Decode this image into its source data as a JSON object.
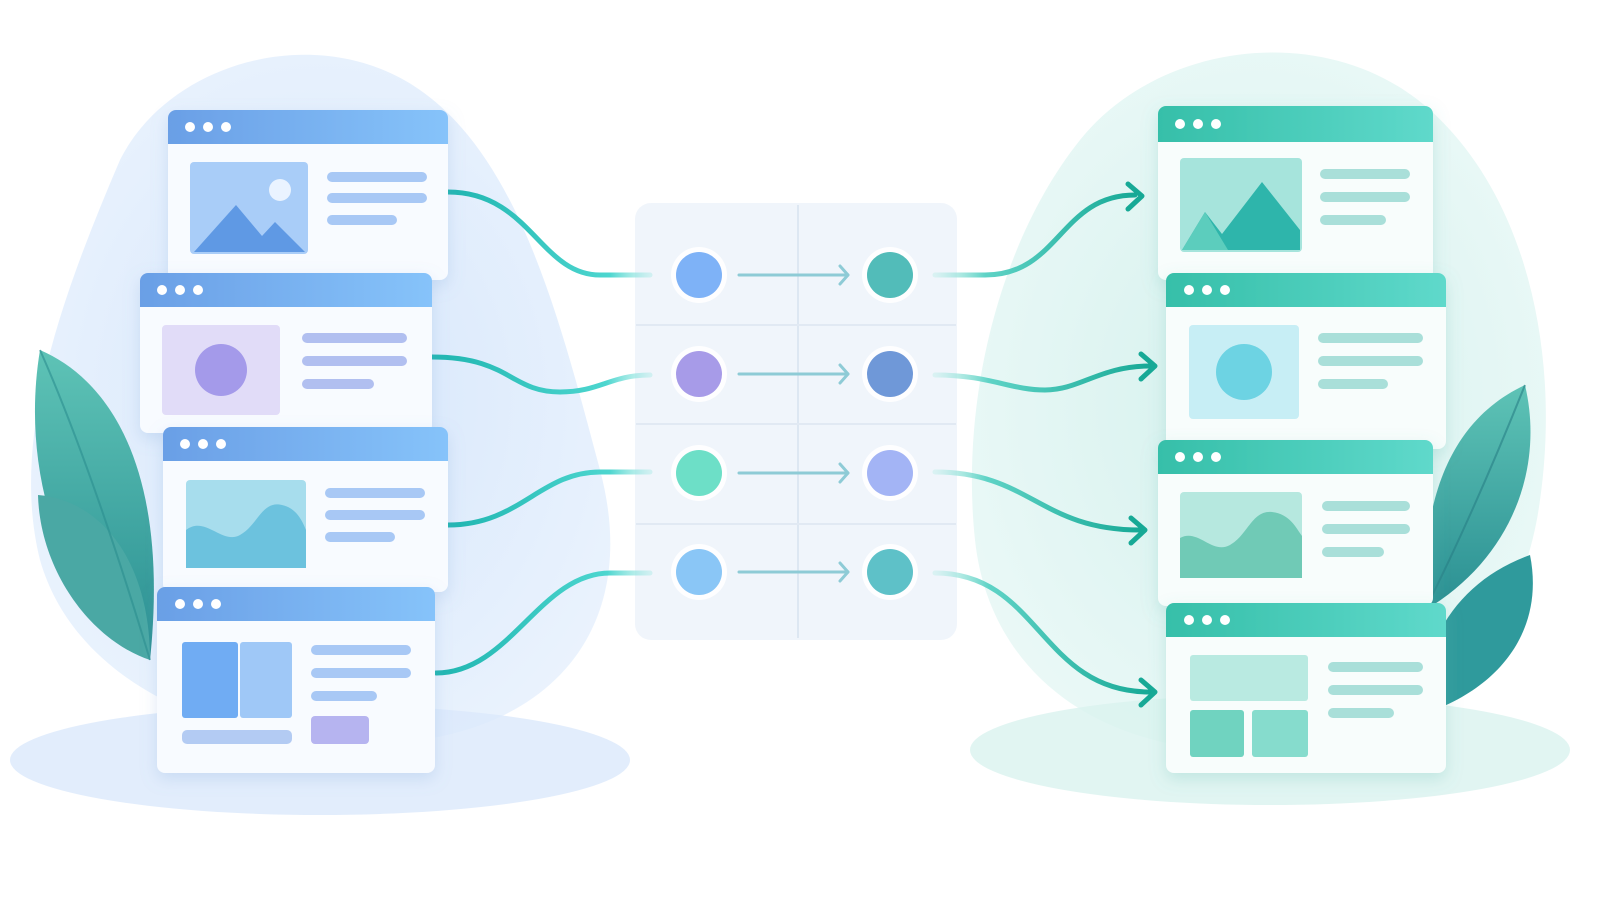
{
  "colors": {
    "background": "#ffffff",
    "blue_frame": "#7fb4f2",
    "blue_frame_dark": "#6a9fe6",
    "teal_frame": "#4fd1c1",
    "teal_frame_dark": "#36b8a8",
    "connector_left": "#3ec9c9",
    "connector_right": "#2bb8a6",
    "leaf": "#3aa9a0",
    "blob_left": "#dbe9fb",
    "blob_right": "#dcf4f1",
    "panel": "#eef4fb"
  },
  "diagram": {
    "source_windows": [
      {
        "content": "image-mountain-icon",
        "text_lines": 3
      },
      {
        "content": "circle-icon",
        "text_lines": 3
      },
      {
        "content": "wave-chart-icon",
        "text_lines": 3
      },
      {
        "content": "split-layout-icon",
        "text_lines": 3
      }
    ],
    "target_windows": [
      {
        "content": "image-mountain-icon",
        "text_lines": 3
      },
      {
        "content": "circle-icon",
        "text_lines": 3
      },
      {
        "content": "wave-chart-icon",
        "text_lines": 3
      },
      {
        "content": "grid-layout-icon",
        "text_lines": 3
      }
    ],
    "mapping_rows": [
      {
        "from_color": "#7eb2f7",
        "to_color": "#52bcb9"
      },
      {
        "from_color": "#a79be8",
        "to_color": "#6f98d8"
      },
      {
        "from_color": "#6ddfc7",
        "to_color": "#a3b4f5"
      },
      {
        "from_color": "#8ac6f6",
        "to_color": "#5ec1c8"
      }
    ]
  }
}
